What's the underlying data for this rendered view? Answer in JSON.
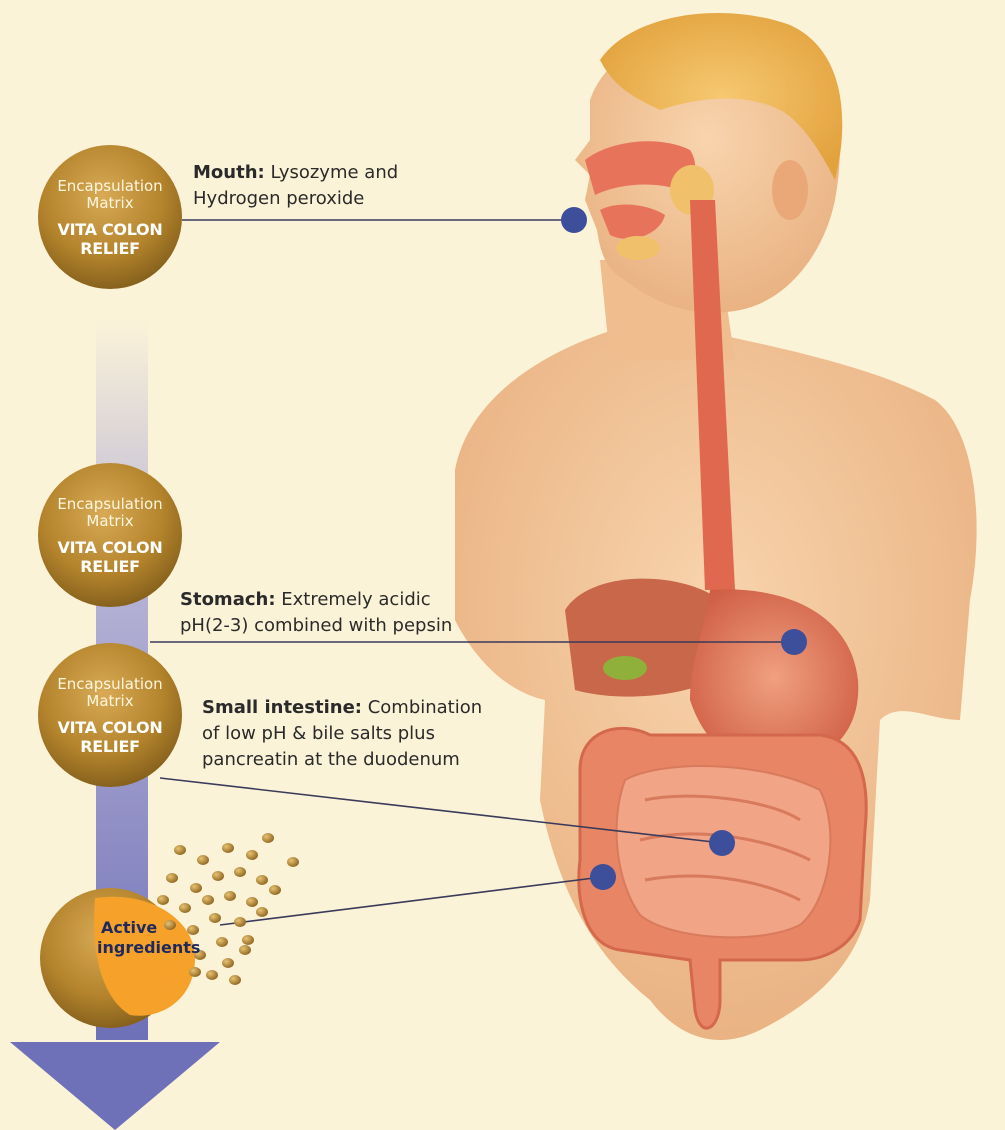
{
  "capsules": [
    {
      "matrix_line1": "Encapsulation",
      "matrix_line2": "Matrix",
      "brand_line1": "VITA COLON",
      "brand_line2": "RELIEF"
    },
    {
      "matrix_line1": "Encapsulation",
      "matrix_line2": "Matrix",
      "brand_line1": "VITA COLON",
      "brand_line2": "RELIEF"
    },
    {
      "matrix_line1": "Encapsulation",
      "matrix_line2": "Matrix",
      "brand_line1": "VITA COLON",
      "brand_line2": "RELIEF"
    }
  ],
  "active": {
    "line1": "Active",
    "line2": "ingredients"
  },
  "labels": {
    "mouth": {
      "title": "Mouth:",
      "line1_rest": " Lysozyme and",
      "line2": "Hydrogen peroxide"
    },
    "stomach": {
      "title": "Stomach:",
      "line1_rest": " Extremely acidic",
      "line2": "pH(2-3) combined with pepsin"
    },
    "small_intestine": {
      "title": "Small intestine:",
      "line1_rest": " Combination",
      "line2": "of low pH & bile salts plus",
      "line3": "pancreatin at the duodenum"
    }
  },
  "colors": {
    "background": "#fbf3d8",
    "capsule_gold": "#b88a2e",
    "marker_blue": "#3d4f9a",
    "arrow_purple": "#7b7cc0",
    "skin": "#f2c49a",
    "organ": "#e07a5c",
    "active_orange": "#f5a12a"
  }
}
